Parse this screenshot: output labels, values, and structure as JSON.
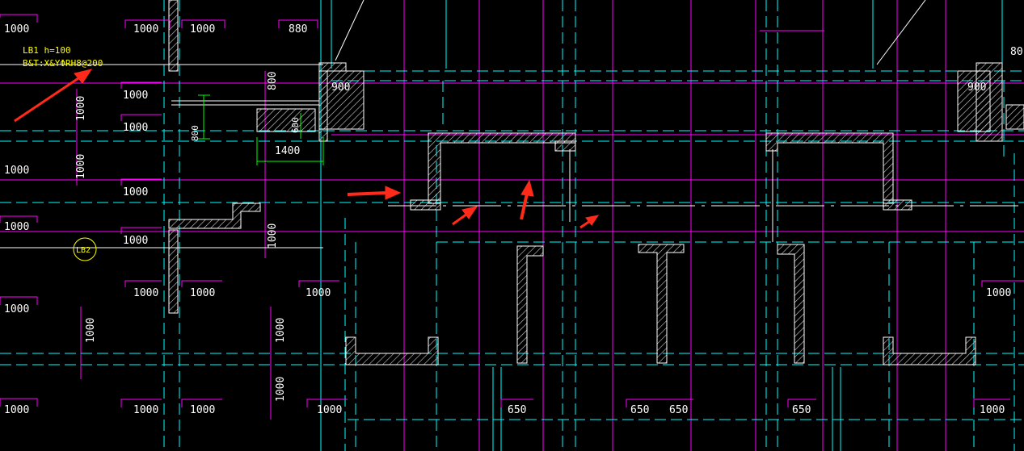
{
  "colors": {
    "background": "#000000",
    "magenta": "#ff00ff",
    "cyan": "#00ffff",
    "white": "#ffffff",
    "green": "#00ff00",
    "yellow": "#ffff00",
    "red": "#ff2a1a"
  },
  "annotation": {
    "slab_label": "LB1 h=100",
    "rebar_label": "B&T:X&YΦRH8@200",
    "slab_tag": "LB2"
  },
  "dims_left": [
    "1000",
    "1000",
    "1000",
    "1000",
    "1000",
    "1000"
  ],
  "dims_left_vertical": [
    "1000",
    "1000"
  ],
  "dims_col2": [
    "1000",
    "1000",
    "1000",
    "1000",
    "1000",
    "1000"
  ],
  "dims_col3": [
    "1000",
    "1000",
    "1000",
    "1000"
  ],
  "dims_mid": [
    "1000",
    "1000",
    "1000",
    "1000",
    "1000"
  ],
  "dims_green": [
    "1400",
    "800",
    "600"
  ],
  "dims_top": [
    "880",
    "800",
    "900",
    "900",
    "80"
  ],
  "dims_bottom": [
    "650",
    "650",
    "650",
    "650",
    "1000",
    "1000"
  ]
}
